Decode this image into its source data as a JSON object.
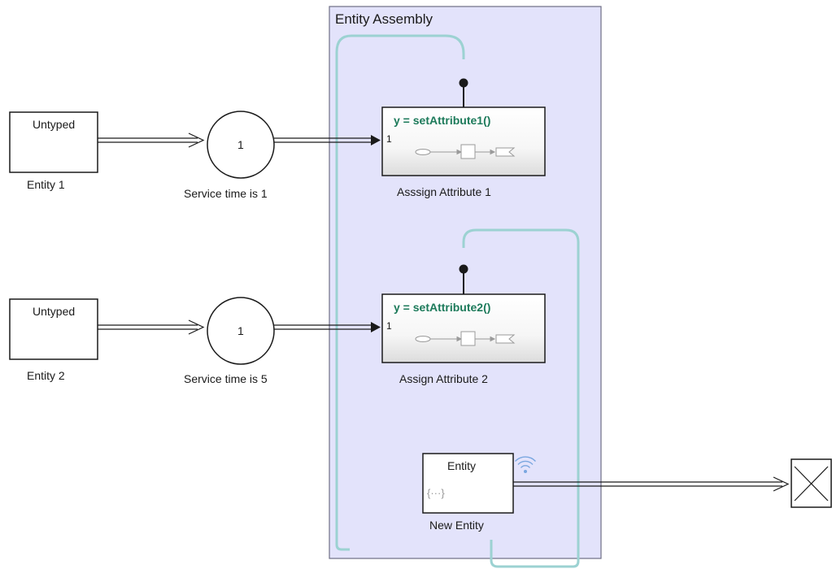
{
  "area": {
    "title": "Entity Assembly",
    "fill": "#e3e3fb",
    "border": "#6e6e86",
    "title_color": "#555577"
  },
  "generators": [
    {
      "type_label": "Untyped",
      "name": "Entity 1"
    },
    {
      "type_label": "Untyped",
      "name": "Entity 2"
    }
  ],
  "servers": [
    {
      "value": "1",
      "name": "Service time is 1"
    },
    {
      "value": "1",
      "name": "Service time is 5"
    }
  ],
  "assign_blocks": [
    {
      "function": "y = setAttribute1()",
      "port": "1",
      "name": "Asssign Attribute 1"
    },
    {
      "function": "y = setAttribute2()",
      "port": "1",
      "name": "Assign Attribute 2"
    }
  ],
  "new_entity": {
    "type_label": "Entity",
    "icon_text": "{···}",
    "name": "New Entity"
  },
  "colors": {
    "function_text": "#1c7a5a",
    "loop_line": "#9cd2d2",
    "wireless_icon": "#7aa7e0"
  },
  "icons": {
    "terminator": "x-box-icon",
    "wireless": "wireless-icon"
  }
}
